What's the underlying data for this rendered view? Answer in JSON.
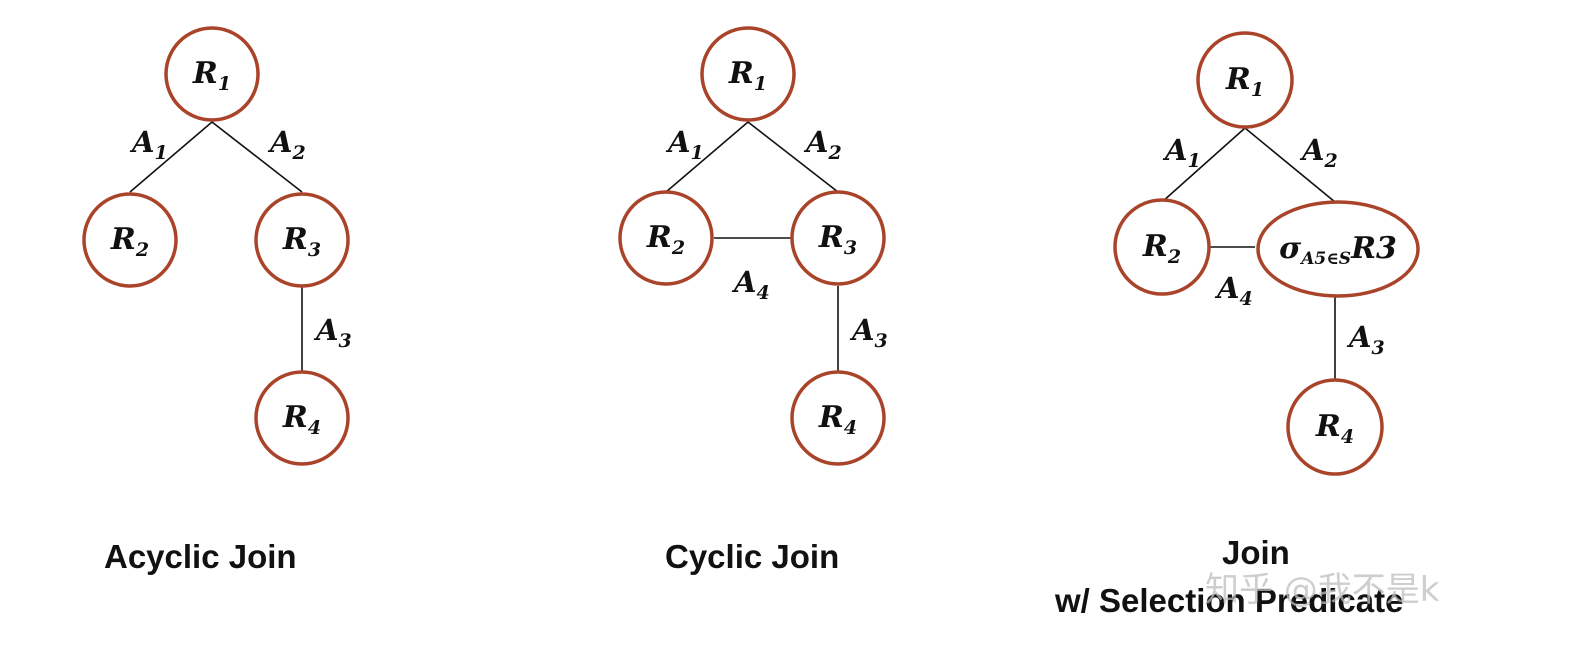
{
  "diagrams": [
    {
      "caption": "Acyclic Join",
      "nodes": [
        {
          "base": "R",
          "sub": "1"
        },
        {
          "base": "R",
          "sub": "2"
        },
        {
          "base": "R",
          "sub": "3"
        },
        {
          "base": "R",
          "sub": "4"
        }
      ],
      "edges": [
        {
          "base": "A",
          "sub": "1"
        },
        {
          "base": "A",
          "sub": "2"
        },
        {
          "base": "A",
          "sub": "3"
        }
      ]
    },
    {
      "caption": "Cyclic Join",
      "nodes": [
        {
          "base": "R",
          "sub": "1"
        },
        {
          "base": "R",
          "sub": "2"
        },
        {
          "base": "R",
          "sub": "3"
        },
        {
          "base": "R",
          "sub": "4"
        }
      ],
      "edges": [
        {
          "base": "A",
          "sub": "1"
        },
        {
          "base": "A",
          "sub": "2"
        },
        {
          "base": "A",
          "sub": "4"
        },
        {
          "base": "A",
          "sub": "3"
        }
      ]
    },
    {
      "caption_line1": "Join",
      "caption_line2": "w/ Selection Predicate",
      "nodes": [
        {
          "base": "R",
          "sub": "1"
        },
        {
          "base": "R",
          "sub": "2"
        },
        {
          "base": "σ",
          "sub": "A5∈S",
          "tail": "R3"
        },
        {
          "base": "R",
          "sub": "4"
        }
      ],
      "edges": [
        {
          "base": "A",
          "sub": "1"
        },
        {
          "base": "A",
          "sub": "2"
        },
        {
          "base": "A",
          "sub": "4"
        },
        {
          "base": "A",
          "sub": "3"
        }
      ]
    }
  ],
  "watermark": "知乎 @我不是k",
  "colors": {
    "node_stroke": "#a9442a",
    "edge": "#111111"
  }
}
